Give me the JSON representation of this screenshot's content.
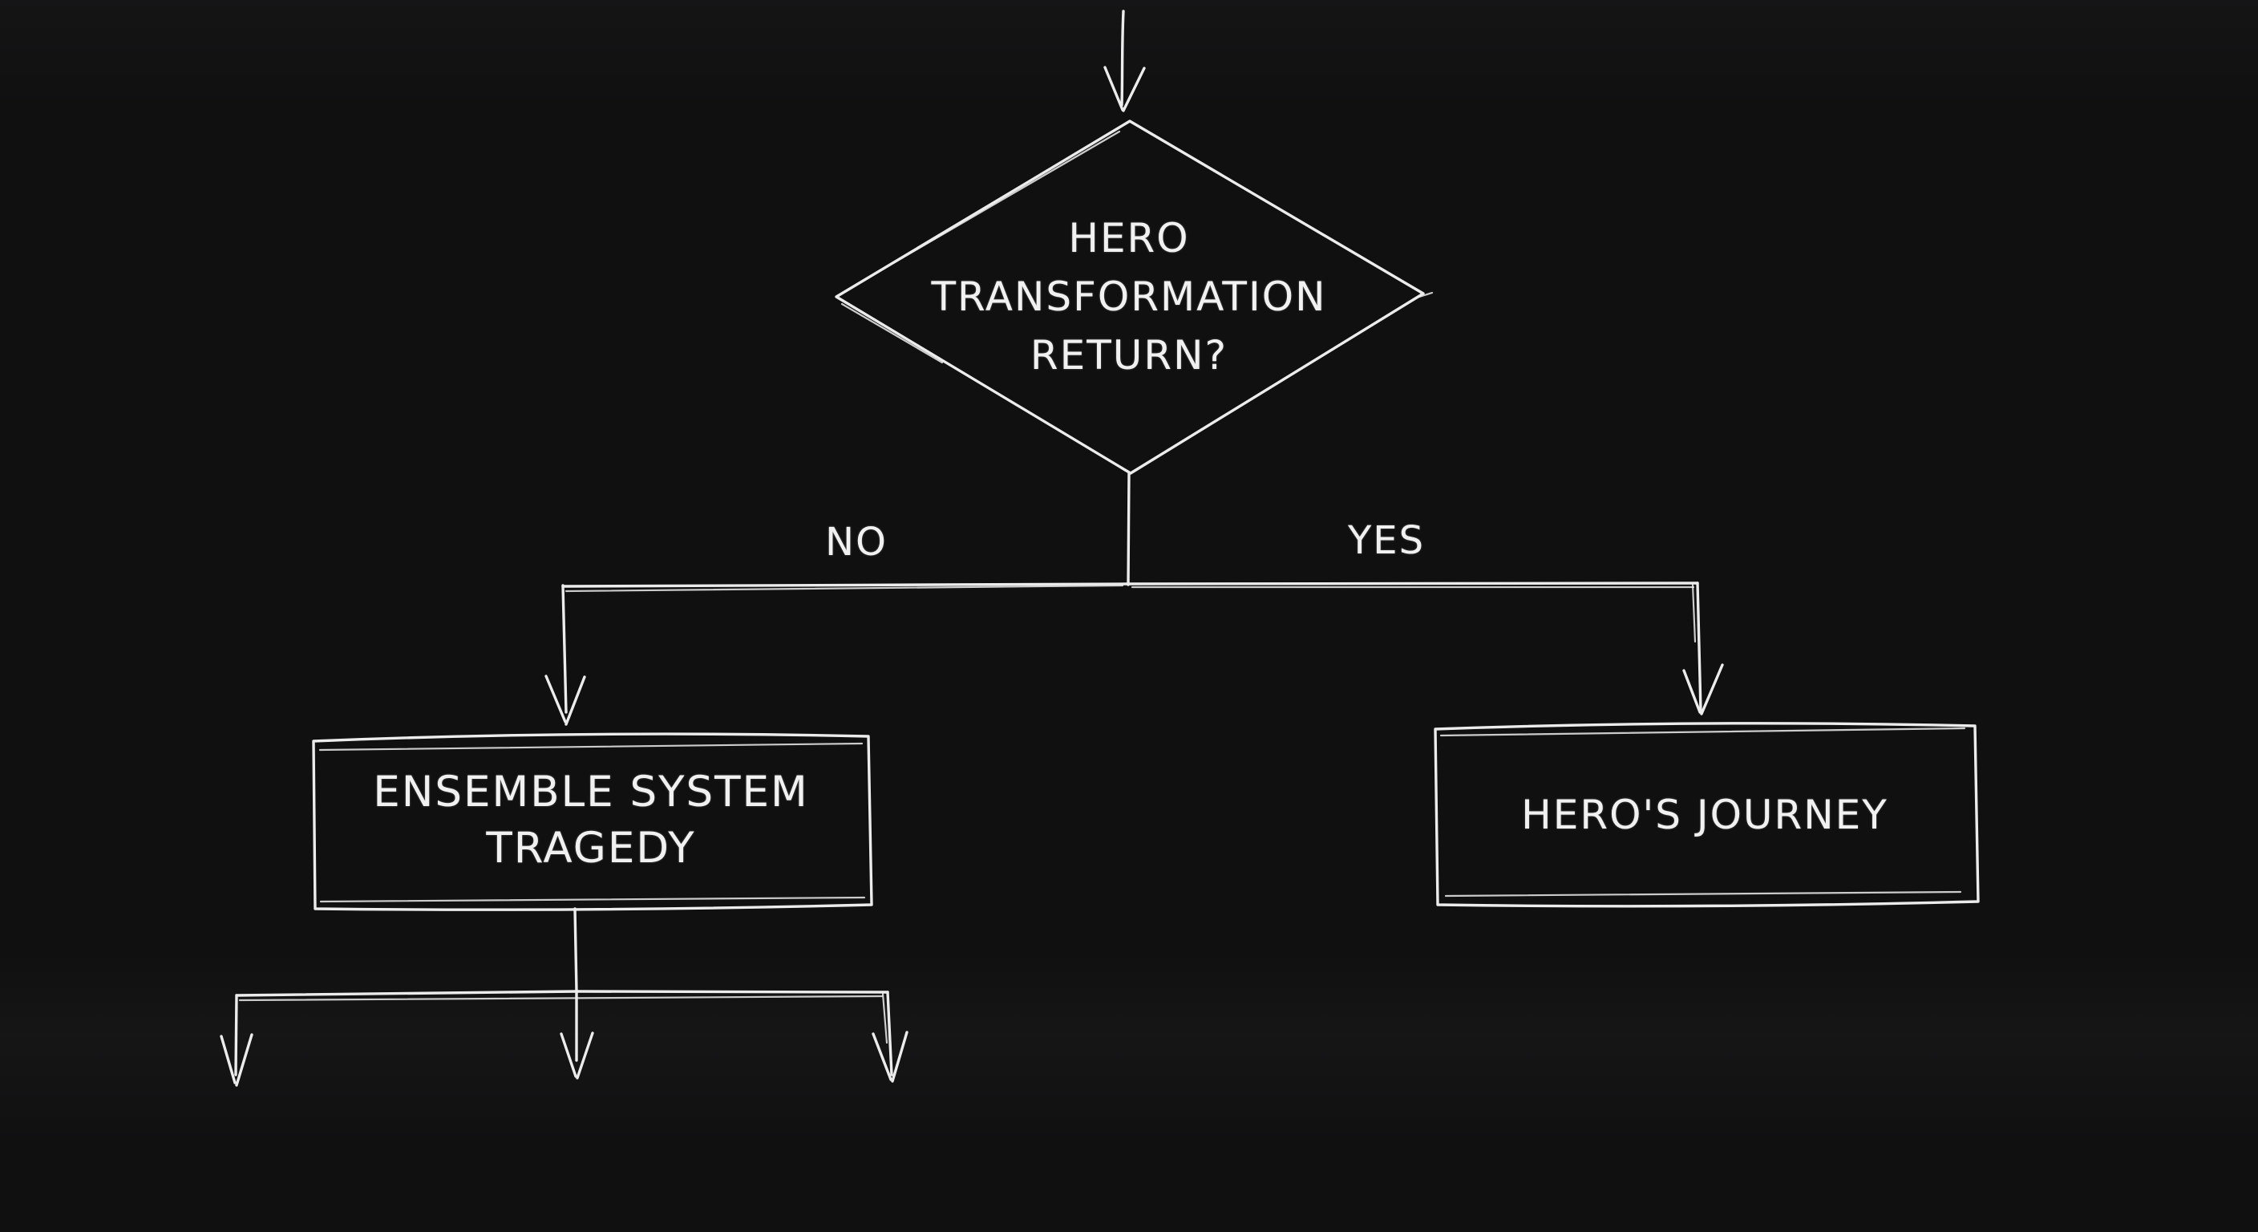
{
  "diagram": {
    "type": "flowchart",
    "style": "hand-drawn-dark",
    "colors": {
      "background": "#101011",
      "stroke": "#ececec",
      "text": "#f1f1f1"
    },
    "nodes": {
      "decision": {
        "shape": "diamond",
        "lines": [
          "HERO",
          "TRANSFORMATION",
          "RETURN?"
        ]
      },
      "outcome_no": {
        "shape": "rectangle",
        "lines": [
          "ENSEMBLE SYSTEM",
          "TRAGEDY"
        ]
      },
      "outcome_yes": {
        "shape": "rectangle",
        "lines": [
          "HERO'S JOURNEY"
        ]
      }
    },
    "edge_labels": {
      "no": "NO",
      "yes": "YES"
    },
    "edges": [
      {
        "from": "start",
        "to": "decision",
        "label": ""
      },
      {
        "from": "decision",
        "to": "outcome_no",
        "label": "NO"
      },
      {
        "from": "decision",
        "to": "outcome_yes",
        "label": "YES"
      },
      {
        "from": "outcome_no",
        "to": "offscreen",
        "label": "",
        "branches": 3
      }
    ]
  }
}
